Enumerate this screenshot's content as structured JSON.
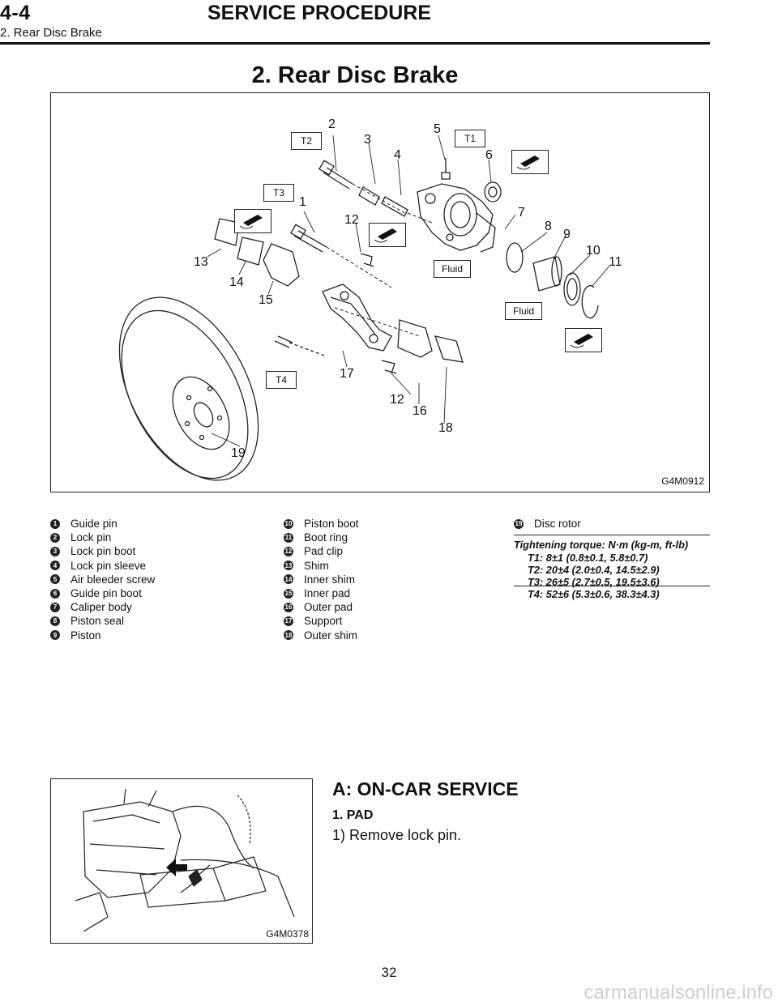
{
  "header": {
    "section_code": "4-4",
    "section_title": "SERVICE PROCEDURE",
    "subtitle": "2. Rear Disc Brake"
  },
  "page_title": "2. Rear Disc Brake",
  "main_figure": {
    "figure_id": "G4M0912",
    "torque_labels": [
      "T1",
      "T2",
      "T3",
      "T4"
    ],
    "fluid_labels": [
      "Fluid",
      "Fluid"
    ],
    "callouts": [
      "1",
      "2",
      "3",
      "4",
      "5",
      "6",
      "7",
      "8",
      "9",
      "10",
      "11",
      "12",
      "12",
      "13",
      "14",
      "15",
      "16",
      "17",
      "18",
      "19"
    ]
  },
  "legend": {
    "col1": [
      {
        "num": "1",
        "label": "Guide pin"
      },
      {
        "num": "2",
        "label": "Lock pin"
      },
      {
        "num": "3",
        "label": "Lock pin boot"
      },
      {
        "num": "4",
        "label": "Lock pin sleeve"
      },
      {
        "num": "5",
        "label": "Air bleeder screw"
      },
      {
        "num": "6",
        "label": "Guide pin boot"
      },
      {
        "num": "7",
        "label": "Caliper body"
      },
      {
        "num": "8",
        "label": "Piston seal"
      },
      {
        "num": "9",
        "label": "Piston"
      }
    ],
    "col2": [
      {
        "num": "10",
        "label": "Piston boot"
      },
      {
        "num": "11",
        "label": "Boot ring"
      },
      {
        "num": "12",
        "label": "Pad clip"
      },
      {
        "num": "13",
        "label": "Shim"
      },
      {
        "num": "14",
        "label": "Inner shim"
      },
      {
        "num": "15",
        "label": "Inner pad"
      },
      {
        "num": "16",
        "label": "Outer pad"
      },
      {
        "num": "17",
        "label": "Support"
      },
      {
        "num": "18",
        "label": "Outer shim"
      }
    ],
    "col3": [
      {
        "num": "19",
        "label": "Disc rotor"
      }
    ]
  },
  "torque": {
    "heading": "Tightening torque: N·m (kg-m, ft-lb)",
    "lines": [
      "T1: 8±1 (0.8±0.1, 5.8±0.7)",
      "T2: 20±4 (2.0±0.4, 14.5±2.9)",
      "T3: 26±5 (2.7±0.5, 19.5±3.6)",
      "T4: 52±6 (5.3±0.6, 38.3±4.3)"
    ]
  },
  "second_figure": {
    "figure_id": "G4M0378"
  },
  "section": {
    "heading": "A: ON-CAR SERVICE",
    "subheading": "1. PAD",
    "step": "1) Remove lock pin."
  },
  "page_number": "32",
  "watermark": "carmanualsonline.info"
}
